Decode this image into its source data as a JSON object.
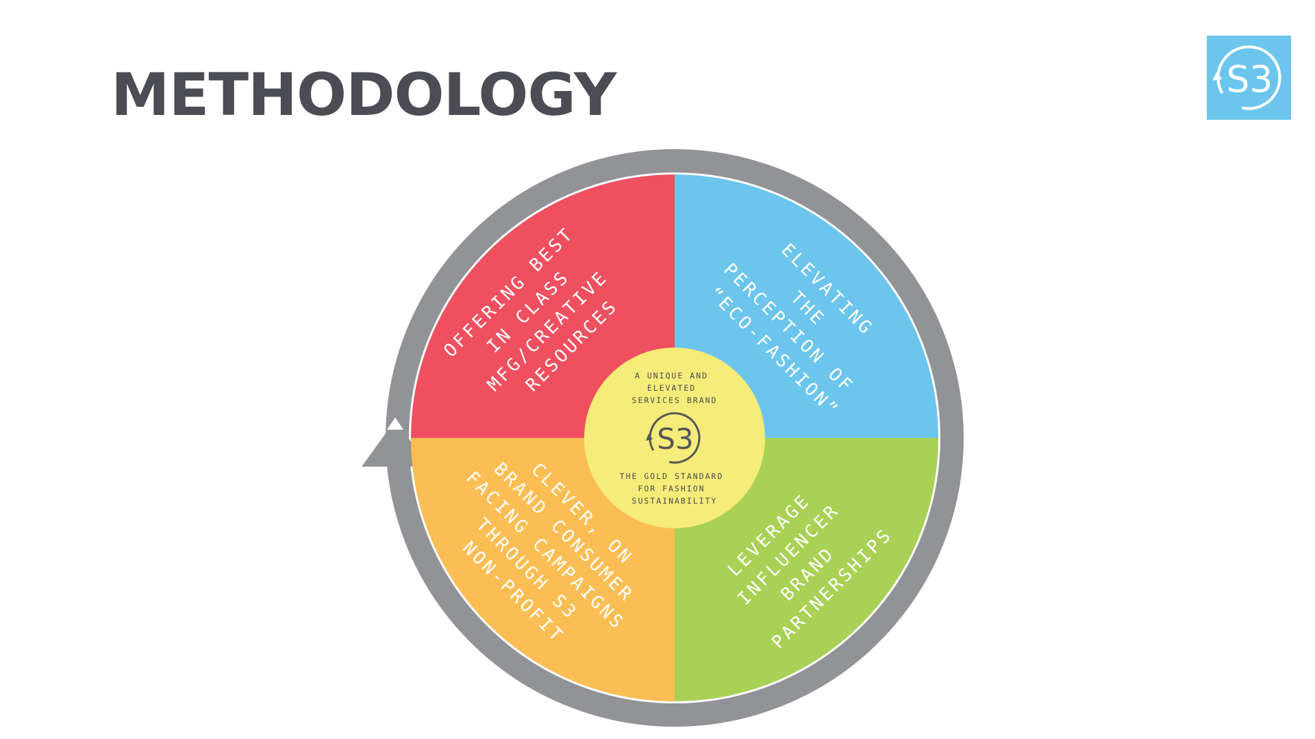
{
  "slide": {
    "title": "METHODOLOGY",
    "logo_text": "S3"
  },
  "diagram": {
    "quadrants": [
      {
        "position": "top-left",
        "color": "#ef5060",
        "lines": [
          "OFFERING BEST",
          "IN CLASS",
          "MFG/CREATIVE",
          "RESOURCES"
        ]
      },
      {
        "position": "top-right",
        "color": "#6cc5ec",
        "lines": [
          "ELEVATING",
          "THE",
          "PERCEPTION OF",
          "“ECO-FASHION”"
        ]
      },
      {
        "position": "bottom-right",
        "color": "#a9d155",
        "lines": [
          "LEVERAGE",
          "INFLUENCER",
          "BRAND",
          "PARTNERSHIPS"
        ]
      },
      {
        "position": "bottom-left",
        "color": "#fbbe55",
        "lines": [
          "CLEVER, ON",
          "BRAND CONSUMER",
          "FACING CAMPAIGNS",
          "THROUGH S3",
          "NON-PROFIT"
        ]
      }
    ],
    "center": {
      "color": "#f5ec79",
      "top_lines": [
        "A UNIQUE AND",
        "ELEVATED",
        "SERVICES BRAND"
      ],
      "logo_text": "S3",
      "bottom_lines": [
        "THE GOLD STANDARD",
        "FOR FASHION",
        "SUSTAINABILITY"
      ]
    },
    "ring_color": "#929396"
  }
}
